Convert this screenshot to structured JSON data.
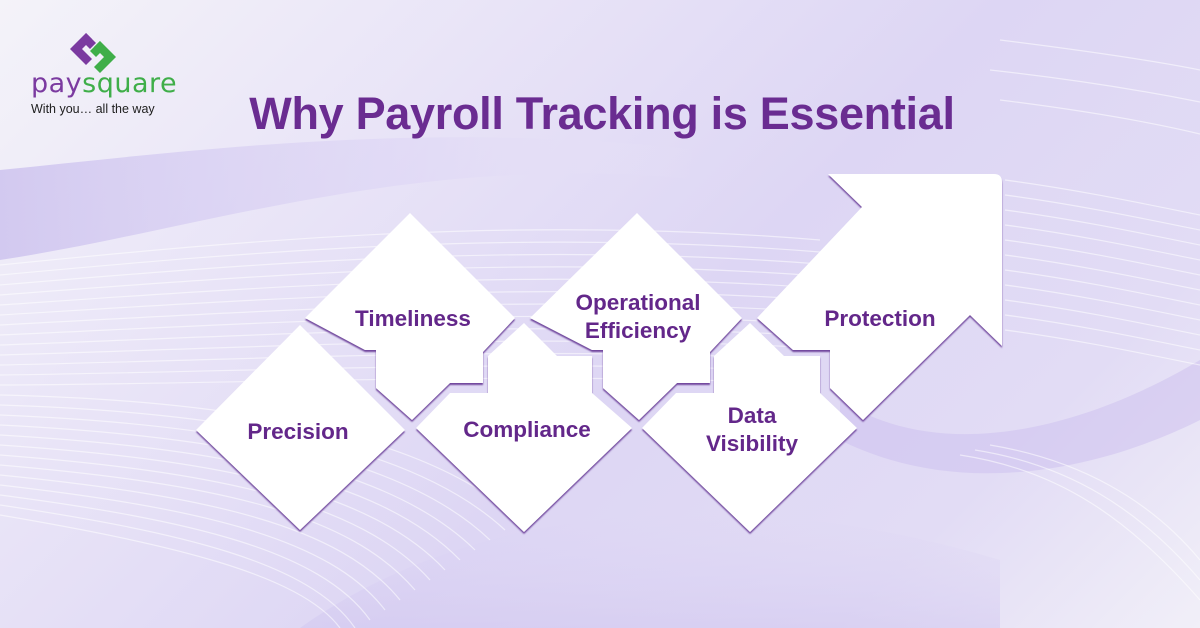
{
  "brand": {
    "name_part1": "pay",
    "name_part2": "square",
    "tagline": "With you… all the way",
    "colors": {
      "purple": "#7b3aa0",
      "green": "#3fae49"
    }
  },
  "header": {
    "title": "Why Payroll Tracking is Essential",
    "title_color": "#6a2c91"
  },
  "steps": [
    {
      "id": "precision",
      "label": "Precision",
      "lines": [
        "Precision"
      ]
    },
    {
      "id": "timeliness",
      "label": "Timeliness",
      "lines": [
        "Timeliness"
      ]
    },
    {
      "id": "compliance",
      "label": "Compliance",
      "lines": [
        "Compliance"
      ]
    },
    {
      "id": "operational-efficiency",
      "label": "Operational Efficiency",
      "lines": [
        "Operational",
        "Efficiency"
      ]
    },
    {
      "id": "data-visibility",
      "label": "Data Visibility",
      "lines": [
        "Data",
        "Visibility"
      ]
    },
    {
      "id": "protection",
      "label": "Protection",
      "lines": [
        "Protection"
      ]
    }
  ],
  "theme": {
    "tile_fill": "#ffffff",
    "tile_edge": "#7d55a8",
    "label_color": "#63278a"
  }
}
